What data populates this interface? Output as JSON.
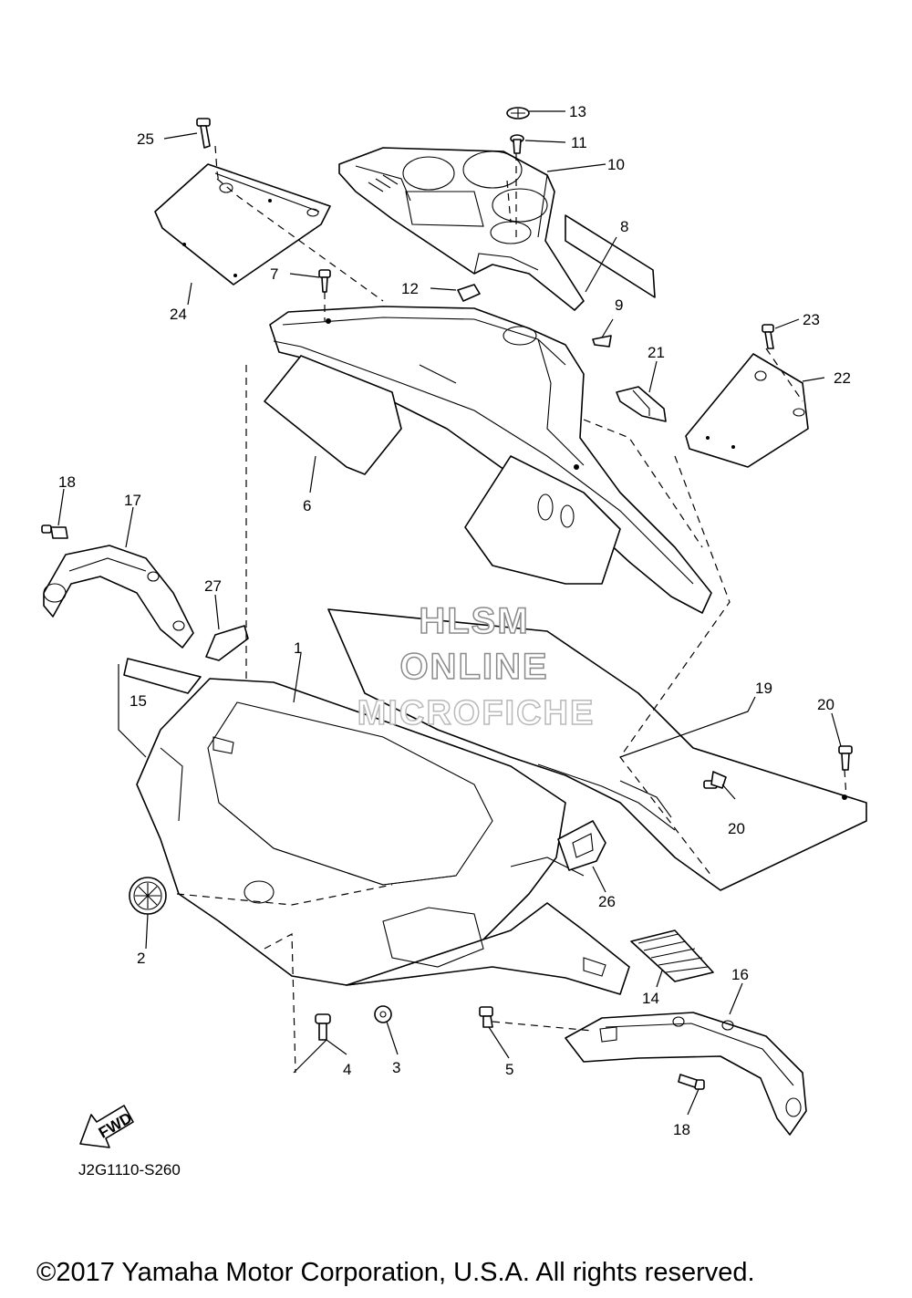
{
  "diagram_code": "J2G1110-S260",
  "copyright": "©2017 Yamaha Motor Corporation, U.S.A. All rights reserved.",
  "watermark": [
    "HLSM",
    "ONLINE",
    "MICROFICHE"
  ],
  "fwd_label": "FWD",
  "callouts": [
    {
      "id": "c1",
      "label": "1"
    },
    {
      "id": "c2",
      "label": "2"
    },
    {
      "id": "c3",
      "label": "3"
    },
    {
      "id": "c4",
      "label": "4"
    },
    {
      "id": "c5",
      "label": "5"
    },
    {
      "id": "c6",
      "label": "6"
    },
    {
      "id": "c7",
      "label": "7"
    },
    {
      "id": "c8",
      "label": "8"
    },
    {
      "id": "c9",
      "label": "9"
    },
    {
      "id": "c10",
      "label": "10"
    },
    {
      "id": "c11",
      "label": "11"
    },
    {
      "id": "c12",
      "label": "12"
    },
    {
      "id": "c13",
      "label": "13"
    },
    {
      "id": "c14",
      "label": "14"
    },
    {
      "id": "c15",
      "label": "15"
    },
    {
      "id": "c16",
      "label": "16"
    },
    {
      "id": "c17",
      "label": "17"
    },
    {
      "id": "c18a",
      "label": "18"
    },
    {
      "id": "c18b",
      "label": "18"
    },
    {
      "id": "c19",
      "label": "19"
    },
    {
      "id": "c20a",
      "label": "20"
    },
    {
      "id": "c20b",
      "label": "20"
    },
    {
      "id": "c21",
      "label": "21"
    },
    {
      "id": "c22",
      "label": "22"
    },
    {
      "id": "c23",
      "label": "23"
    },
    {
      "id": "c24",
      "label": "24"
    },
    {
      "id": "c25",
      "label": "25"
    },
    {
      "id": "c26",
      "label": "26"
    },
    {
      "id": "c27",
      "label": "27"
    }
  ]
}
